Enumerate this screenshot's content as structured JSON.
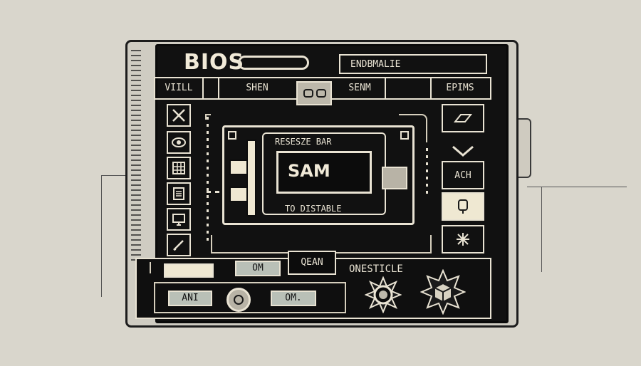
{
  "window": {
    "title": "BIOS"
  },
  "header": {
    "field_text": "ENDBMALIE"
  },
  "tabs": [
    {
      "label": "VIILL"
    },
    {
      "label": "SHEN"
    },
    {
      "label": "SENM"
    },
    {
      "label": "EPIMS"
    }
  ],
  "left_toolbar": [
    "close-x-icon",
    "eye-icon",
    "grid-globe-icon",
    "document-icon",
    "monitor-icon",
    "pen-icon"
  ],
  "right_toolbar": {
    "top_icon": "folder-icon",
    "chevron": "chevron-down-icon",
    "ach_label": "ACH",
    "device_icon": "microchip-icon",
    "settings_icon": "snowflake-icon"
  },
  "chip_panel": {
    "heading": "RESESZE BAR",
    "value": "SAM",
    "footer": "TO DISTABLE"
  },
  "bottom": {
    "om_label": "OM",
    "qean_label": "QEAN",
    "onesticle_label": "ONESTICLE",
    "ani_label": "ANI",
    "om2_label": "OM."
  },
  "colors": {
    "screen_bg": "#111111",
    "line": "#e9e3d3",
    "casing": "#cfccc2",
    "button_fill": "#b9c0b7"
  }
}
